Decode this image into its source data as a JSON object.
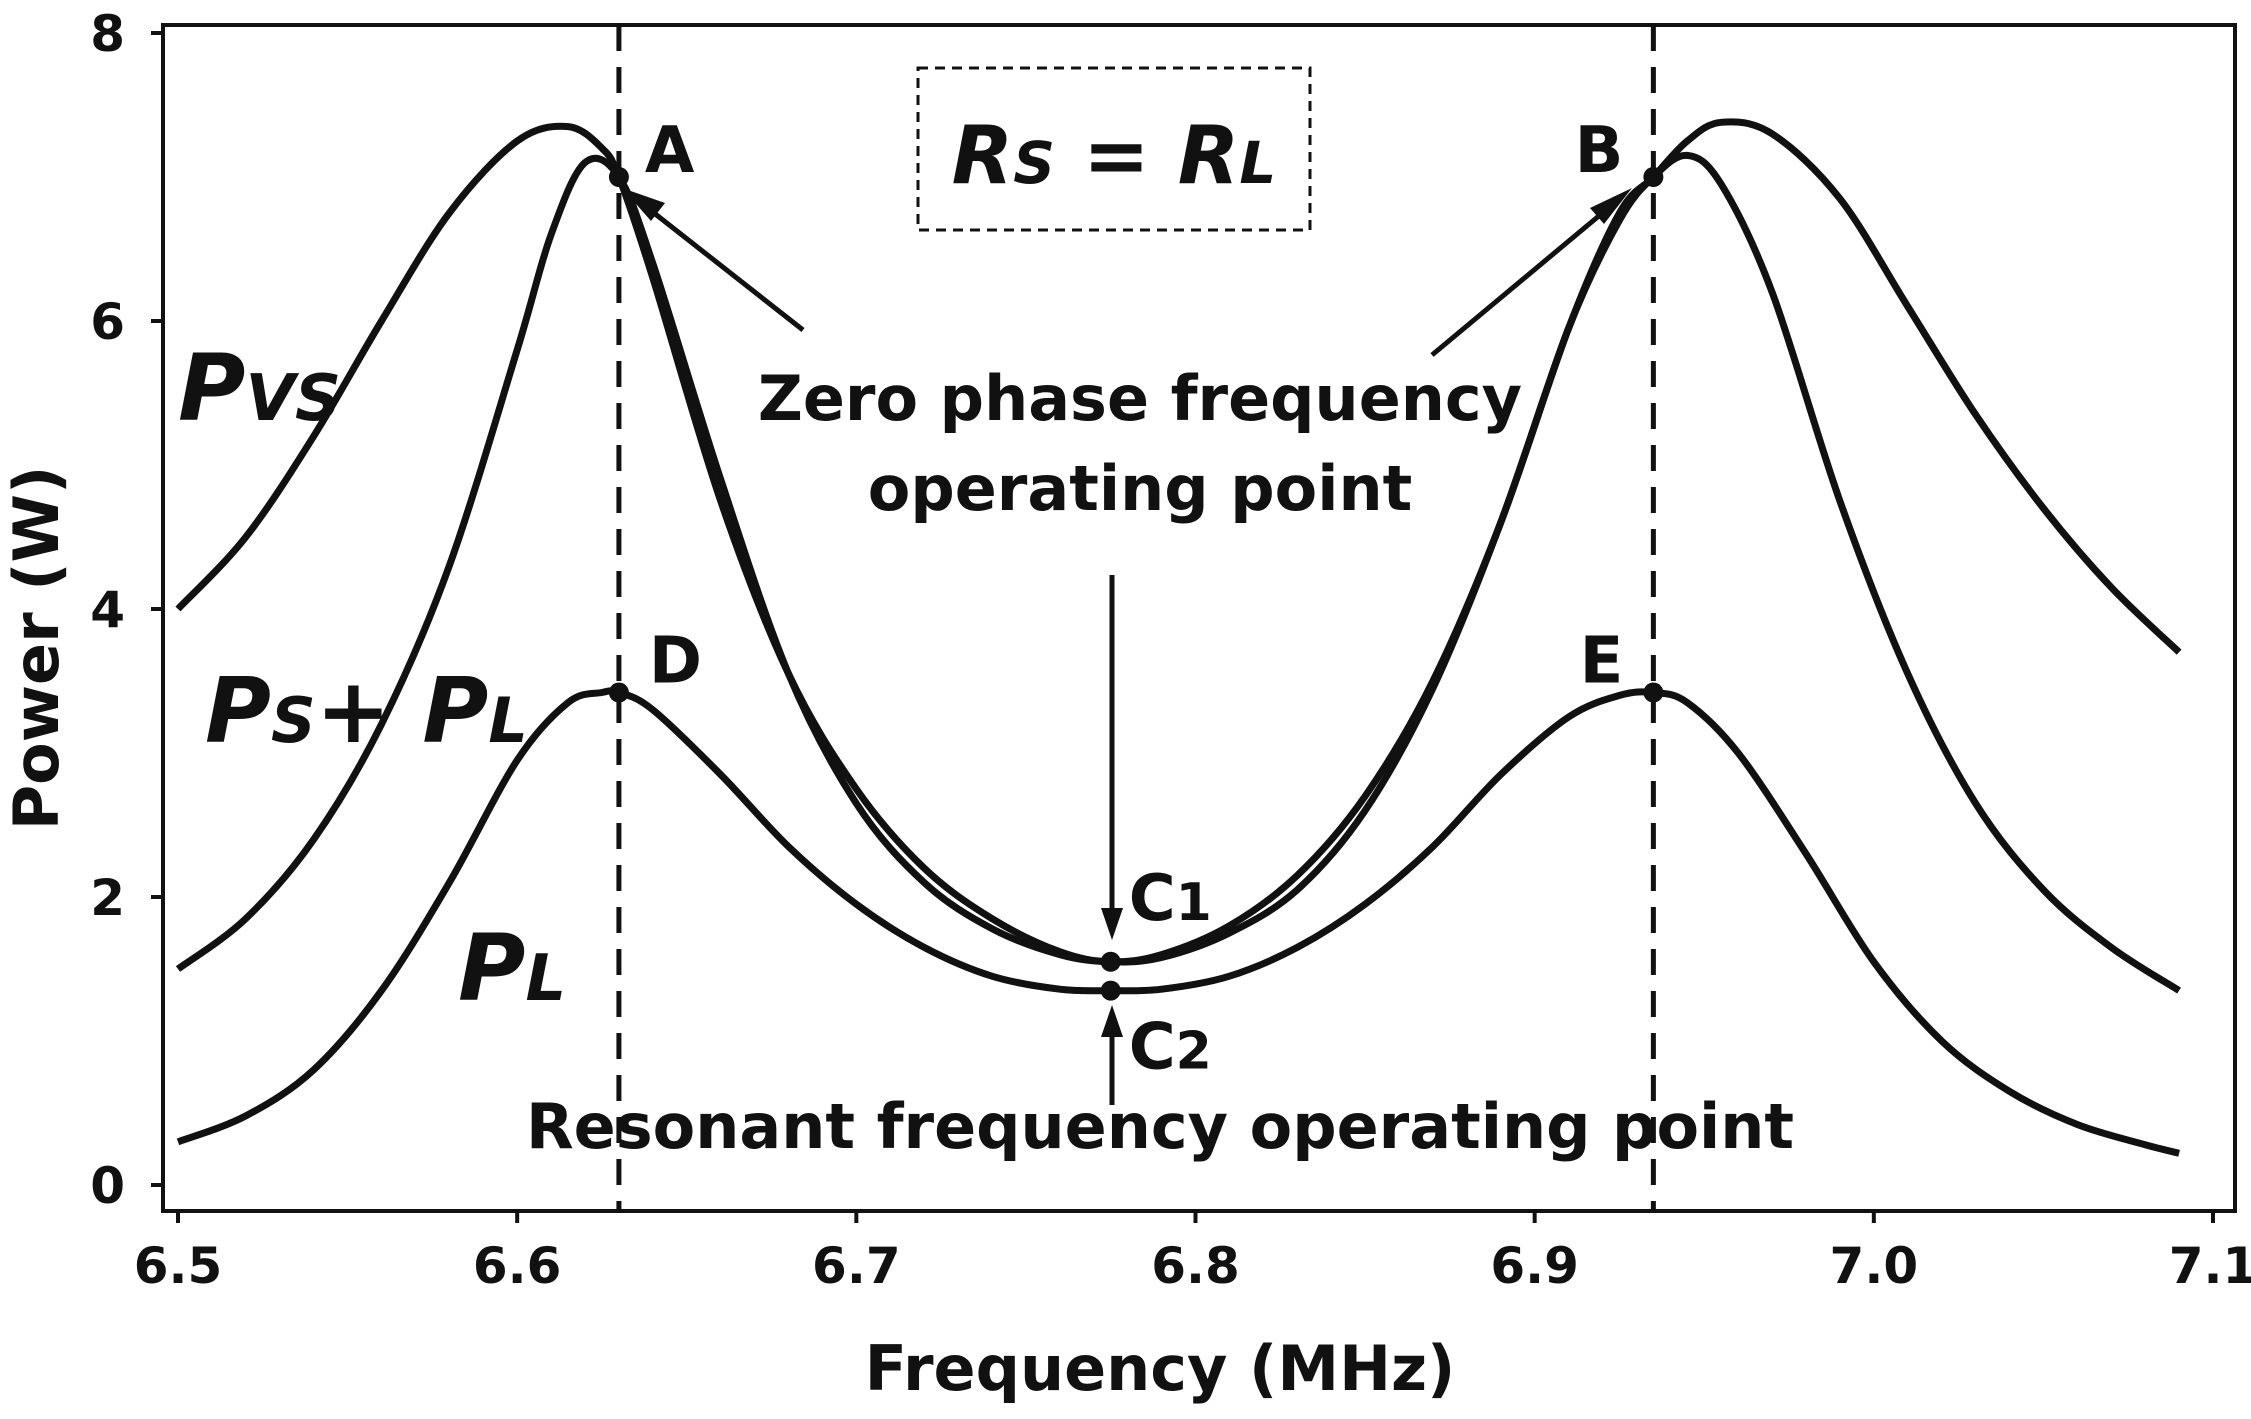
{
  "chart_data": {
    "type": "line",
    "xlabel": "Frequency (MHz)",
    "ylabel": "Power (W)",
    "xlim": [
      6.5,
      7.1
    ],
    "ylim": [
      0,
      8
    ],
    "xticks": [
      "6.5",
      "6.6",
      "6.7",
      "6.8",
      "6.9",
      "7.0",
      "7.1"
    ],
    "yticks": [
      "0",
      "2",
      "4",
      "6",
      "8"
    ],
    "box_label": {
      "left": "R",
      "left_sub": "S",
      "eq": " = ",
      "right": "R",
      "right_sub": "L"
    },
    "series": [
      {
        "name": "P_VS",
        "label_main": "P",
        "label_sub": "VS",
        "x": [
          6.5,
          6.52,
          6.54,
          6.56,
          6.58,
          6.6,
          6.615,
          6.625,
          6.63,
          6.64,
          6.66,
          6.68,
          6.7,
          6.72,
          6.74,
          6.76,
          6.775,
          6.79,
          6.81,
          6.83,
          6.85,
          6.87,
          6.89,
          6.91,
          6.925,
          6.935,
          6.945,
          6.955,
          6.97,
          6.99,
          7.01,
          7.03,
          7.05,
          7.07,
          7.09
        ],
        "y": [
          4.0,
          4.5,
          5.2,
          6.0,
          6.75,
          7.25,
          7.35,
          7.2,
          7.0,
          6.3,
          4.75,
          3.55,
          2.75,
          2.2,
          1.85,
          1.62,
          1.55,
          1.6,
          1.8,
          2.15,
          2.7,
          3.5,
          4.6,
          5.95,
          6.75,
          7.0,
          7.25,
          7.38,
          7.3,
          6.85,
          6.1,
          5.35,
          4.7,
          4.15,
          3.7
        ]
      },
      {
        "name": "P_S + P_L",
        "label_main_1": "P",
        "label_sub_1": "S",
        "label_plus": "+ ",
        "label_main_2": "P",
        "label_sub_2": "L",
        "x": [
          6.5,
          6.52,
          6.54,
          6.56,
          6.58,
          6.6,
          6.61,
          6.62,
          6.63,
          6.64,
          6.66,
          6.68,
          6.7,
          6.72,
          6.74,
          6.76,
          6.775,
          6.79,
          6.81,
          6.83,
          6.85,
          6.87,
          6.89,
          6.91,
          6.925,
          6.935,
          6.945,
          6.955,
          6.97,
          6.99,
          7.01,
          7.03,
          7.05,
          7.07,
          7.09
        ],
        "y": [
          1.5,
          1.85,
          2.4,
          3.2,
          4.3,
          5.8,
          6.6,
          7.1,
          7.0,
          6.4,
          4.9,
          3.55,
          2.65,
          2.1,
          1.78,
          1.6,
          1.55,
          1.58,
          1.75,
          2.05,
          2.6,
          3.45,
          4.6,
          5.95,
          6.7,
          7.0,
          7.15,
          6.95,
          6.2,
          4.75,
          3.55,
          2.65,
          2.05,
          1.65,
          1.35
        ]
      },
      {
        "name": "P_L",
        "label_main": "P",
        "label_sub": "L",
        "x": [
          6.5,
          6.52,
          6.54,
          6.56,
          6.58,
          6.6,
          6.615,
          6.625,
          6.63,
          6.64,
          6.66,
          6.68,
          6.7,
          6.72,
          6.74,
          6.76,
          6.775,
          6.79,
          6.81,
          6.83,
          6.85,
          6.87,
          6.89,
          6.91,
          6.925,
          6.935,
          6.945,
          6.96,
          6.98,
          7.0,
          7.02,
          7.04,
          7.06,
          7.08,
          7.09
        ],
        "y": [
          0.3,
          0.48,
          0.8,
          1.35,
          2.1,
          2.95,
          3.35,
          3.42,
          3.42,
          3.3,
          2.85,
          2.35,
          1.95,
          1.65,
          1.45,
          1.36,
          1.35,
          1.36,
          1.45,
          1.65,
          1.95,
          2.35,
          2.85,
          3.25,
          3.4,
          3.42,
          3.35,
          3.0,
          2.3,
          1.55,
          1.0,
          0.65,
          0.42,
          0.28,
          0.22
        ]
      }
    ],
    "vlines": [
      6.63,
      6.935
    ],
    "points": [
      {
        "label": "A",
        "x": 6.63,
        "y": 7.0
      },
      {
        "label": "B",
        "x": 6.935,
        "y": 7.0
      },
      {
        "label": "C",
        "sub": "1",
        "x": 6.775,
        "y": 1.55
      },
      {
        "label": "C",
        "sub": "2",
        "x": 6.775,
        "y": 1.35
      },
      {
        "label": "D",
        "x": 6.63,
        "y": 3.42
      },
      {
        "label": "E",
        "x": 6.935,
        "y": 3.42
      }
    ],
    "annotations": {
      "zero_phase_line1": "Zero phase frequency",
      "zero_phase_line2": "operating point",
      "resonant": "Resonant frequency operating point"
    }
  }
}
